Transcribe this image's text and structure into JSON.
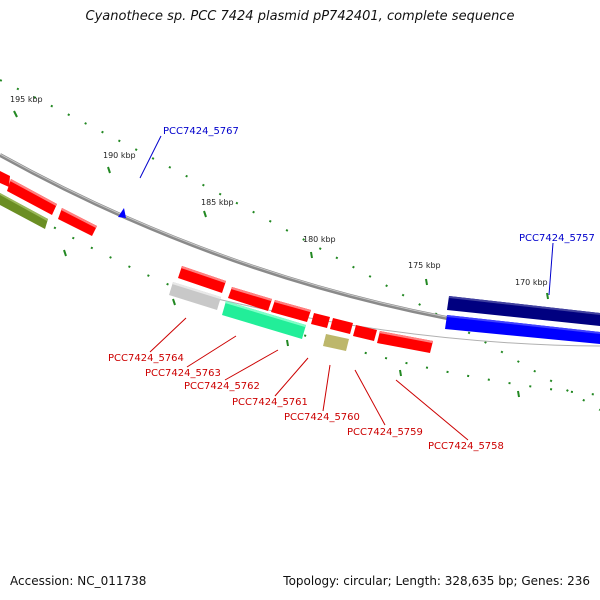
{
  "title": "Cyanothece sp. PCC 7424 plasmid pP742401, complete sequence",
  "footer": {
    "accession": "Accession: NC_011738",
    "summary": "Topology: circular; Length: 328,635 bp; Genes: 236"
  },
  "scale_labels": [
    "195 kbp",
    "190 kbp",
    "185 kbp",
    "180 kbp",
    "175 kbp",
    "170 kbp"
  ],
  "gene_labels": {
    "forward": [
      "PCC7424_5767",
      "PCC7424_5757"
    ],
    "reverse": [
      "PCC7424_5764",
      "PCC7424_5763",
      "PCC7424_5762",
      "PCC7424_5761",
      "PCC7424_5760",
      "PCC7424_5759",
      "PCC7424_5758"
    ]
  },
  "colors": {
    "forward_label": "#0000cc",
    "reverse_label": "#cc0000",
    "backbone": "#888888",
    "cds_red": "#ff0000",
    "cds_green": "#22ee99",
    "cds_olive": "#6b8e23",
    "cds_gray": "#c8c8c8",
    "cds_tan": "#bdb76b",
    "cds_navy": "#000080",
    "cds_blue": "#0000ff",
    "tick": "#228822"
  }
}
